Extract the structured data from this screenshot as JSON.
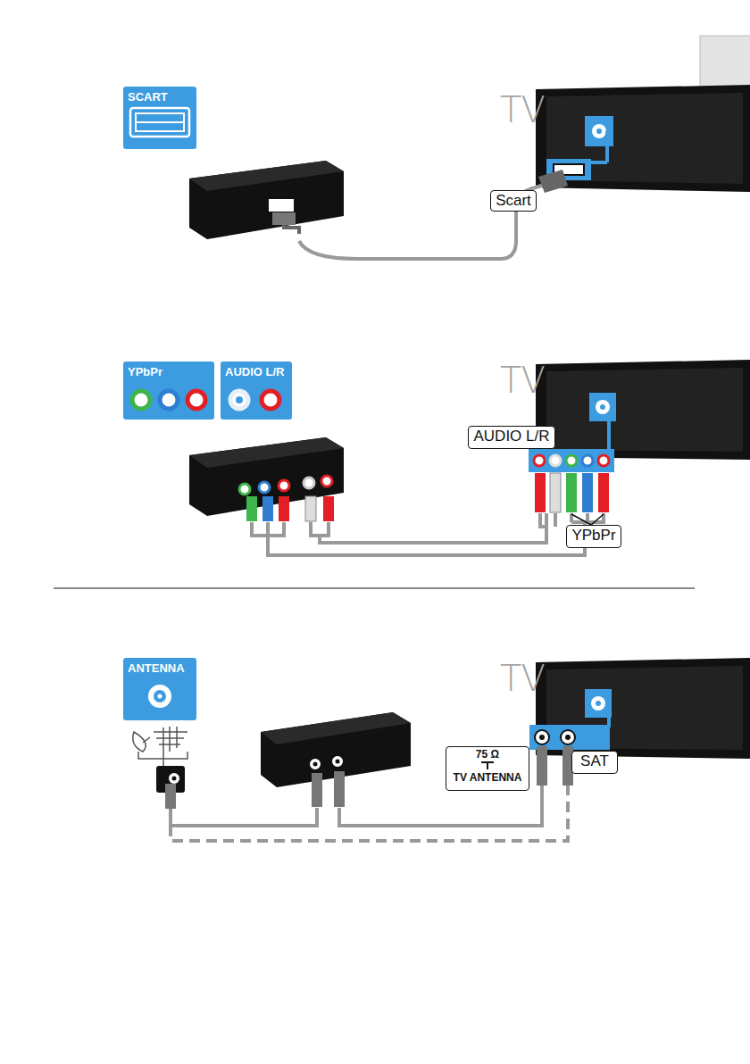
{
  "diagram": {
    "nodes": [
      {
        "text": [
          "SCART"
        ]
      },
      {
        "text": [
          "Scart"
        ]
      },
      {
        "text": [
          "YPbPr"
        ]
      },
      {
        "text": [
          "AUDIO L/R"
        ]
      },
      {
        "text": [
          "AUDIO L/R"
        ]
      },
      {
        "text": [
          "YPbPr"
        ]
      },
      {
        "text": [
          "ANTENNA"
        ]
      },
      {
        "text": [
          "75 Ω",
          "TV ANTENNA"
        ]
      },
      {
        "text": [
          "SAT"
        ]
      }
    ],
    "labels": [
      "TV",
      "TV",
      "TV"
    ]
  }
}
